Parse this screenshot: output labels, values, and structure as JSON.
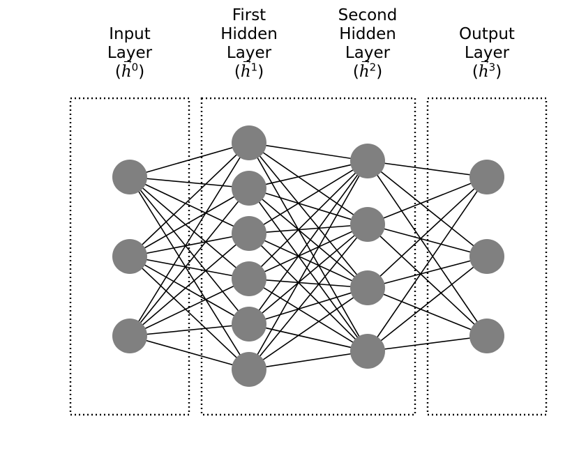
{
  "layers": [
    {
      "id": "input",
      "title_lines": [
        "Input",
        "Layer"
      ],
      "symbol": "h",
      "superscript": "0",
      "nodes": 3
    },
    {
      "id": "hidden1",
      "title_lines": [
        "First",
        "Hidden",
        "Layer"
      ],
      "symbol": "h",
      "superscript": "1",
      "nodes": 6
    },
    {
      "id": "hidden2",
      "title_lines": [
        "Second",
        "Hidden",
        "Layer"
      ],
      "symbol": "h",
      "superscript": "2",
      "nodes": 4
    },
    {
      "id": "output",
      "title_lines": [
        "Output",
        "Layer"
      ],
      "symbol": "h",
      "superscript": "3",
      "nodes": 3
    }
  ],
  "connectivity": "fully-connected",
  "colors": {
    "node": "#808080",
    "edge": "#000000",
    "box": "#000000"
  }
}
